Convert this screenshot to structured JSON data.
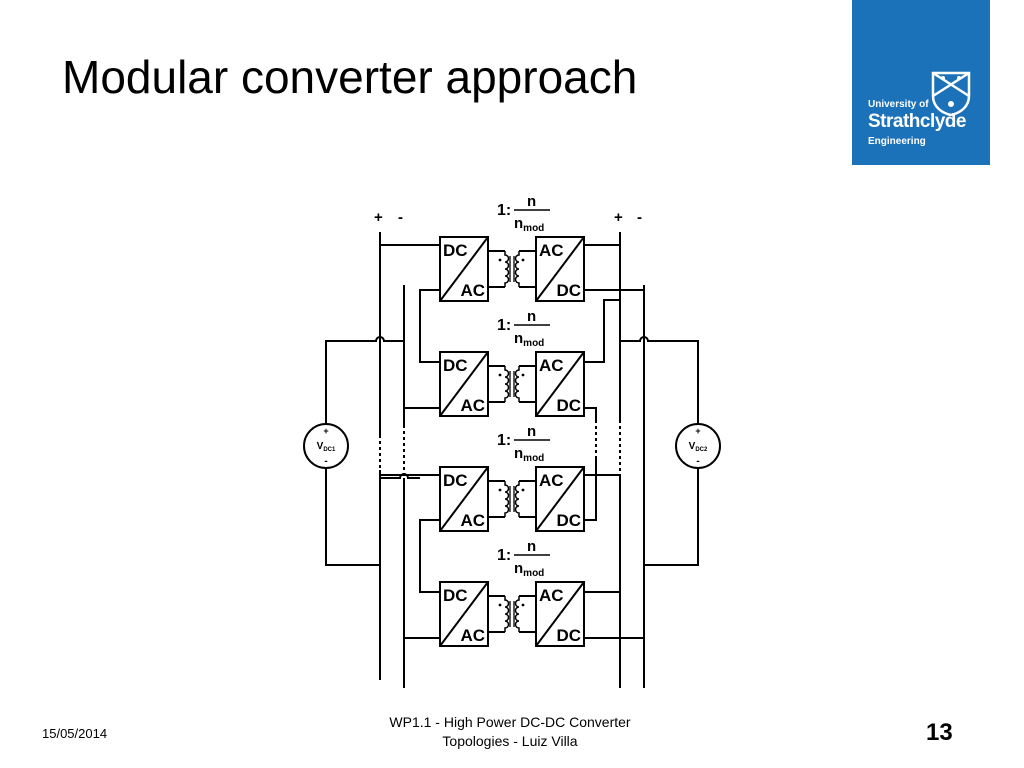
{
  "slide": {
    "title": "Modular converter approach"
  },
  "logo": {
    "line1": "University of",
    "line2": "Strathclyde",
    "line3": "Engineering",
    "bg_color": "#1b72b8"
  },
  "diagram": {
    "ratio_prefix": "1:",
    "ratio_numerator": "n",
    "ratio_denominator": "n",
    "ratio_denominator_sub": "mod",
    "plus": "+",
    "minus": "-",
    "source_letter": "V",
    "source1_sub": "DC1",
    "source2_sub": "DC2",
    "left_top": "DC",
    "left_bottom": "AC",
    "right_top": "AC",
    "right_bottom": "DC",
    "module_count": 4
  },
  "footer": {
    "date": "15/05/2014",
    "center_line1": "WP1.1 - High Power DC-DC Converter",
    "center_line2": "Topologies - Luiz Villa",
    "page_number": "13"
  }
}
